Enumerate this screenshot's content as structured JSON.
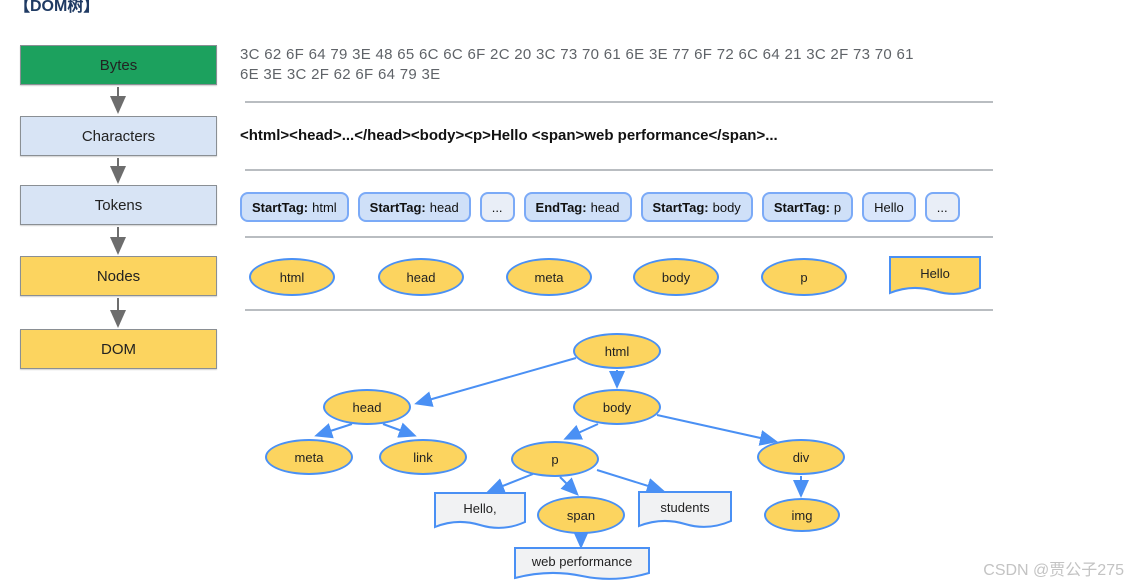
{
  "page": {
    "title": "【DOM树】",
    "watermark": "CSDN @贾公子275"
  },
  "pipeline": {
    "steps": [
      {
        "label": "Bytes",
        "color": "#1ca15e"
      },
      {
        "label": "Characters",
        "color": "#d8e4f5"
      },
      {
        "label": "Tokens",
        "color": "#d8e4f5"
      },
      {
        "label": "Nodes",
        "color": "#fcd45f"
      },
      {
        "label": "DOM",
        "color": "#fcd45f"
      }
    ]
  },
  "bytes_row": {
    "lines": [
      "3C 62 6F 64 79 3E 48 65 6C 6C 6F 2C 20 3C 73 70 61 6E 3E 77 6F 72 6C 64 21 3C 2F 73 70 61",
      "6E 3E 3C 2F 62 6F 64 79 3E"
    ]
  },
  "characters_row": {
    "text": "<html><head>...</head><body><p>Hello <span>web performance</span>..."
  },
  "tokens_row": {
    "items": [
      {
        "type": "StartTag:",
        "value": "html"
      },
      {
        "type": "StartTag:",
        "value": "head"
      },
      {
        "type": "",
        "value": "..."
      },
      {
        "type": "EndTag:",
        "value": "head"
      },
      {
        "type": "StartTag:",
        "value": "body"
      },
      {
        "type": "StartTag:",
        "value": "p"
      },
      {
        "type": "",
        "value": "Hello"
      },
      {
        "type": "",
        "value": "..."
      }
    ]
  },
  "nodes_row": {
    "ellipses": [
      "html",
      "head",
      "meta",
      "body",
      "p"
    ],
    "doc": "Hello"
  },
  "dom_tree": {
    "nodes": {
      "html": "html",
      "head": "head",
      "body": "body",
      "meta": "meta",
      "link": "link",
      "p": "p",
      "div": "div",
      "span": "span",
      "img": "img",
      "text_hello": "Hello,",
      "text_students": "students",
      "text_webperf": "web performance"
    }
  },
  "colors": {
    "green_box": "#1ca15e",
    "blue_box": "#d8e4f5",
    "yellow_box": "#fcd45f",
    "token_fill": "#cfe0f8",
    "token_border": "#7baaf7",
    "tree_arrow_blue": "#4a90f4",
    "pipeline_arrow_gray": "#6d6d6d",
    "divider_gray": "#b9bdc1",
    "hex_text_gray": "#5f6368"
  }
}
